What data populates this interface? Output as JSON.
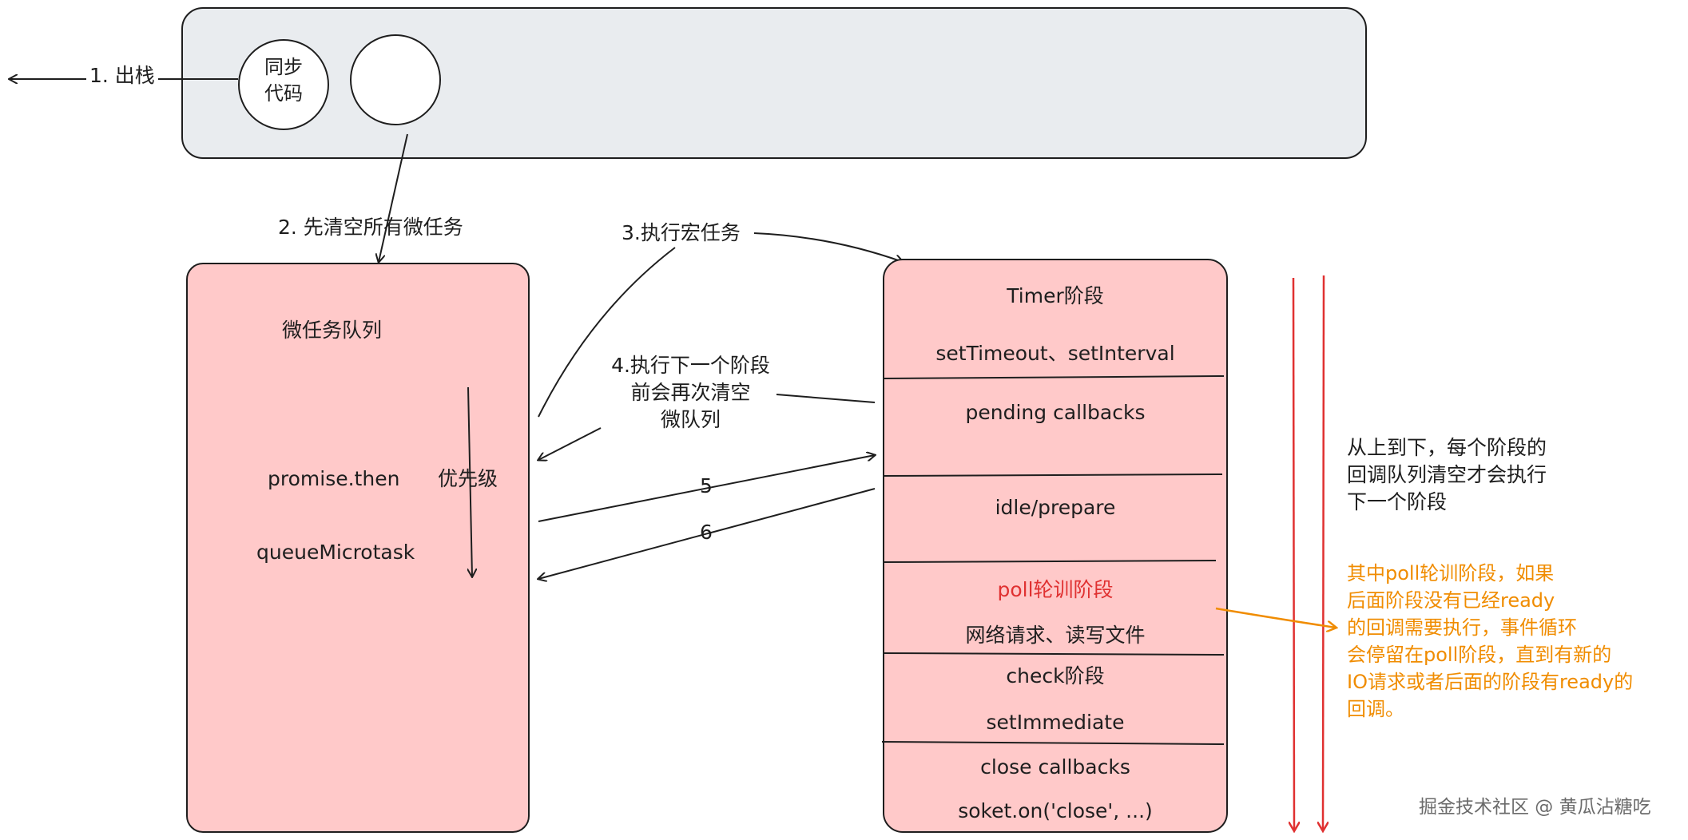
{
  "call_stack": {
    "sync_code": "同步\n代码",
    "step1_label": "1. 出栈"
  },
  "microtask": {
    "step2_label": "2. 先清空所有微任务",
    "title": "微任务队列",
    "items": [
      "promise.then",
      "queueMicrotask"
    ],
    "priority_label": "优先级"
  },
  "flow": {
    "step3_label": "3.执行宏任务",
    "step4_label": "4.执行下一个阶段\n前会再次清空\n微队列",
    "step5_label": "5",
    "step6_label": "6"
  },
  "phases": [
    {
      "name": "Timer阶段",
      "detail": "setTimeout、setInterval"
    },
    {
      "name": "pending callbacks",
      "detail": ""
    },
    {
      "name": "idle/prepare",
      "detail": ""
    },
    {
      "name": "poll轮训阶段",
      "detail": "网络请求、读写文件"
    },
    {
      "name": "check阶段",
      "detail": "setImmediate"
    },
    {
      "name": "close callbacks",
      "detail": "soket.on('close', ...)"
    }
  ],
  "notes": {
    "order_note": "从上到下，每个阶段的\n回调队列清空才会执行\n下一个阶段",
    "poll_note": "其中poll轮训阶段，如果\n后面阶段没有已经ready\n的回调需要执行，事件循环\n会停留在poll阶段，直到有新的\nIO请求或者后面的阶段有ready的\n回调。"
  },
  "watermark": "掘金技术社区 @ 黄瓜沾糖吃",
  "colors": {
    "stroke": "#1e1e1e",
    "stack_fill": "#e9ecef",
    "queue_fill": "#ffc9c9",
    "red": "#e03131",
    "orange": "#f08c00"
  }
}
